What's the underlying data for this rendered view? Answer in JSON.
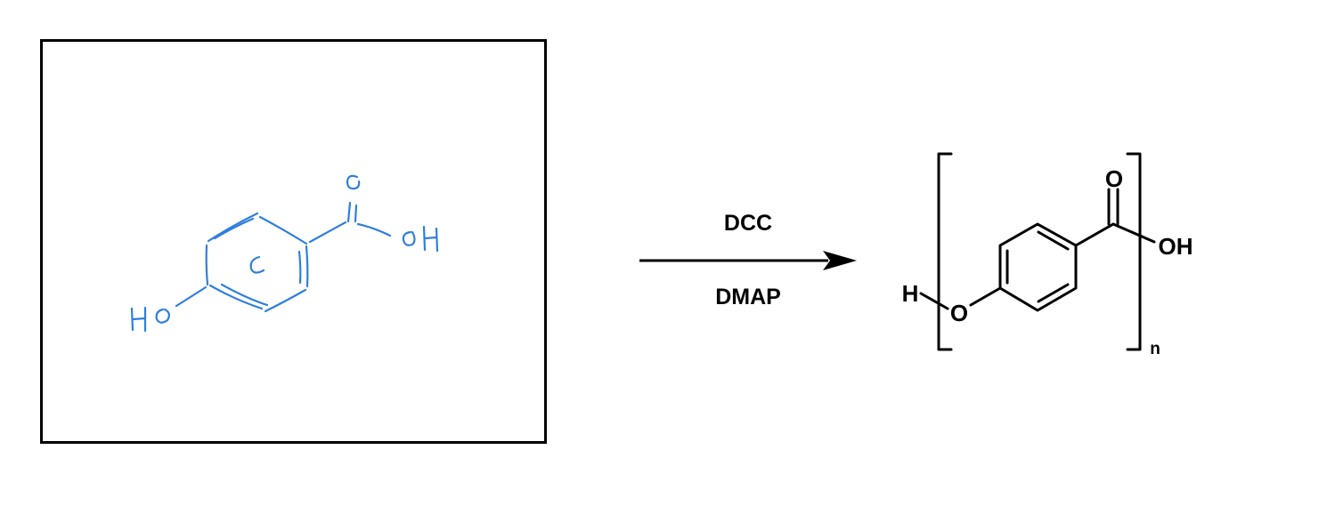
{
  "drawing_box": {
    "sketch_labels": {
      "carbonyl_oxygen": "O",
      "hydroxyl_right": "OH",
      "hydroxyl_left": "HO",
      "ring_center_mark": "C"
    }
  },
  "reaction": {
    "reagent_top": "DCC",
    "reagent_bottom": "DMAP"
  },
  "product": {
    "end_group_h": "H",
    "ether_oxygen": "O",
    "carbonyl_oxygen": "O",
    "terminal_oh": "OH",
    "repeat_subscript": "n"
  },
  "colors": {
    "sketch_ink": "#2f7fdc",
    "structure_ink": "#000000"
  }
}
